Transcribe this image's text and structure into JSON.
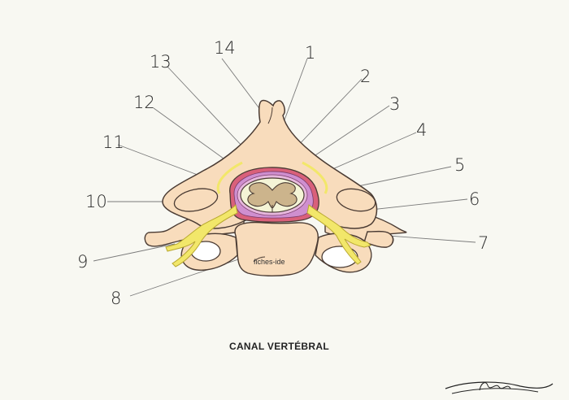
{
  "diagram": {
    "caption": "CANAL VERTÉBRAL",
    "watermark": "fiches-ide",
    "labels": [
      "1",
      "2",
      "3",
      "4",
      "5",
      "6",
      "7",
      "8",
      "9",
      "10",
      "11",
      "12",
      "13",
      "14"
    ],
    "colors": {
      "bone": "#f8dcbc",
      "outline": "#4a3b33",
      "dura": "#d9607a",
      "arachnoid": "#cf8fcf",
      "csf_space": "#e7b8dd",
      "cord_white": "#f4f4d6",
      "grey_matter": "#ccb48c",
      "nerve": "#f2e76a",
      "nerve_stroke": "#b8a830"
    }
  }
}
